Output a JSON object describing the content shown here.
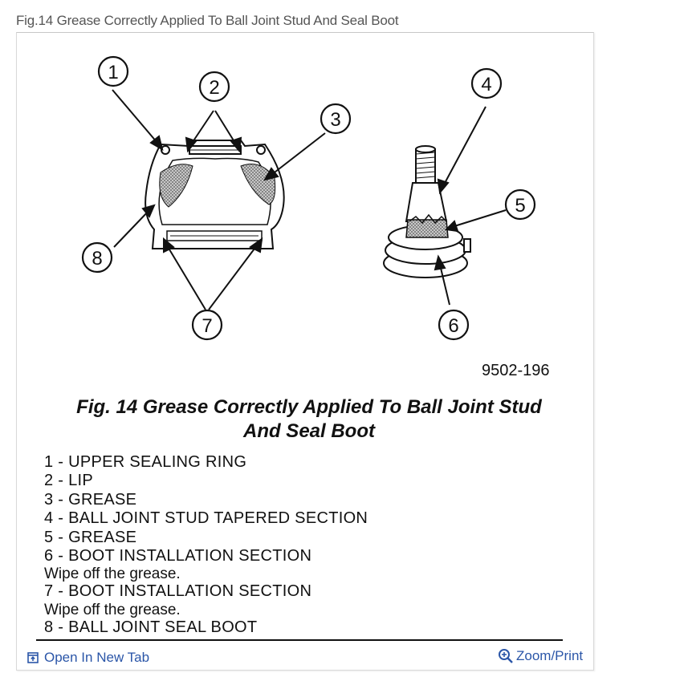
{
  "page": {
    "title": "Fig.14 Grease Correctly Applied To Ball Joint Stud And Seal Boot"
  },
  "diagram": {
    "callouts": [
      "1",
      "2",
      "3",
      "4",
      "5",
      "6",
      "7",
      "8"
    ],
    "part_code": "9502-196"
  },
  "caption": {
    "line1": "Fig. 14 Grease Correctly Applied To Ball Joint Stud",
    "line2": "And Seal Boot"
  },
  "legend": [
    "1 - UPPER SEALING RING",
    "2 - LIP",
    "3 - GREASE",
    "4 - BALL JOINT STUD TAPERED SECTION",
    "5 - GREASE",
    "6 - BOOT INSTALLATION SECTION",
    "Wipe off the grease.",
    "7 - BOOT INSTALLATION SECTION",
    "Wipe off the grease.",
    "8 - BALL JOINT SEAL BOOT"
  ],
  "footer": {
    "open_label": "Open In New Tab",
    "zoom_label": "Zoom/Print"
  },
  "colors": {
    "link": "#2b56a8",
    "text": "#111111",
    "title": "#555555"
  },
  "icons": {
    "open": "open-new-tab-icon",
    "zoom": "zoom-in-icon"
  }
}
